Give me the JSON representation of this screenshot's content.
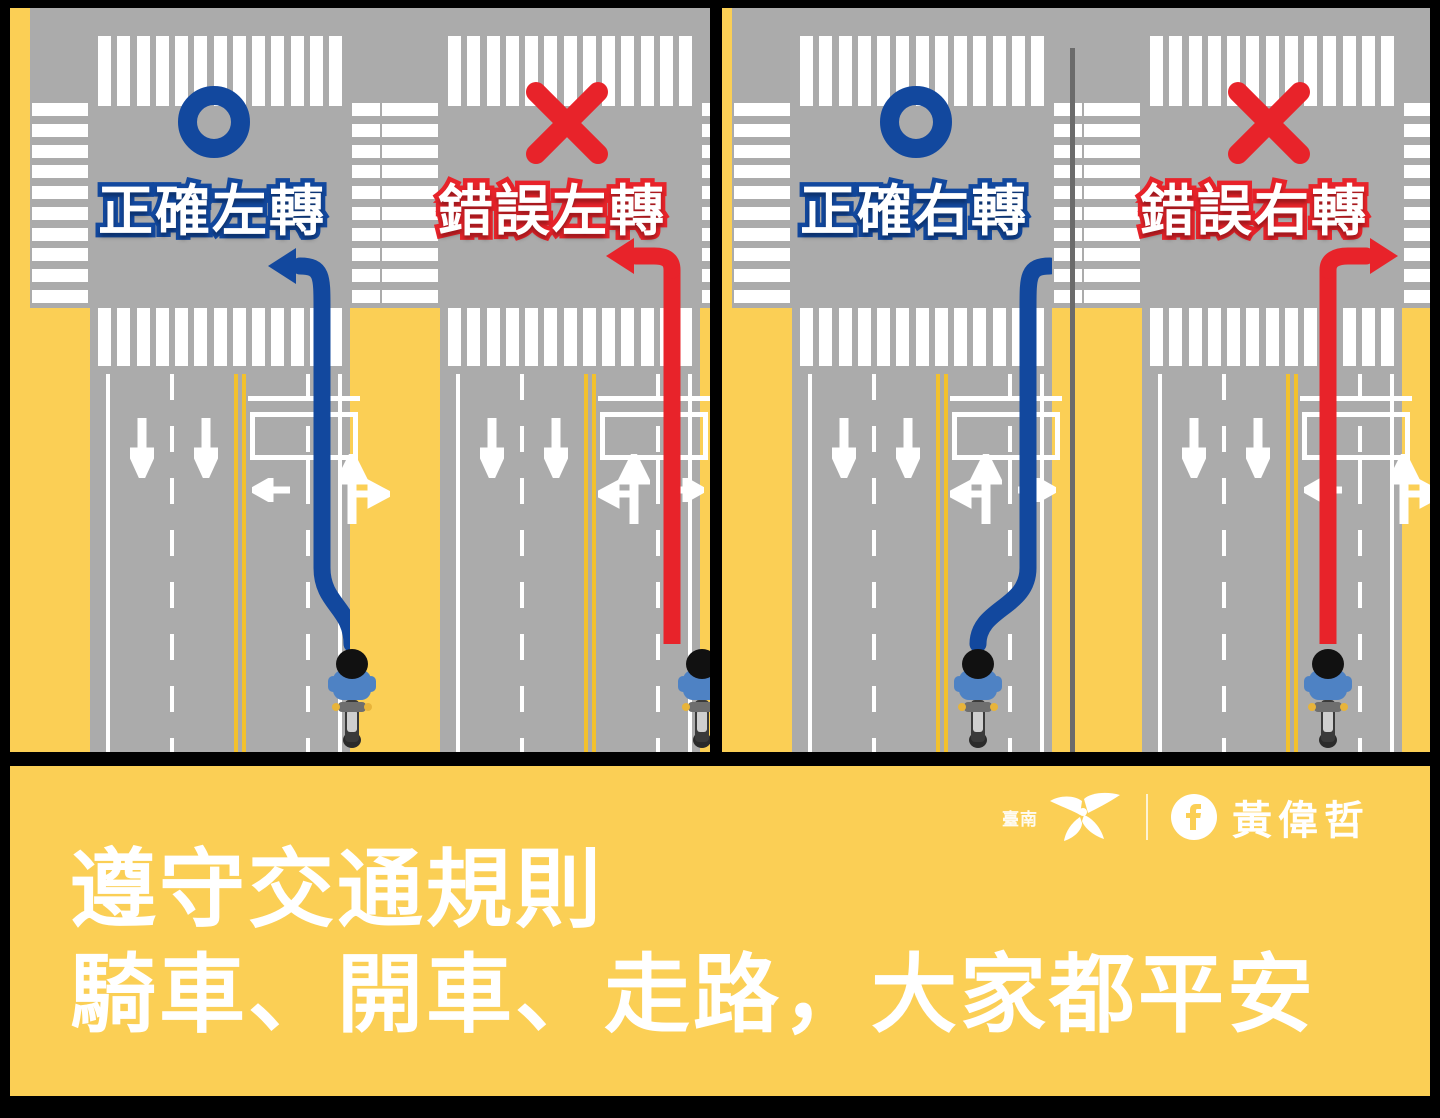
{
  "poster": {
    "background_color": "#000000",
    "panel_background": "#FBCF55",
    "road_color": "#ABABAB",
    "correct_color": "#12489E",
    "wrong_color": "#E8232A"
  },
  "panels": [
    {
      "id": "correct-left-turn",
      "label": "正確左轉",
      "verdict": "circle",
      "verdict_color": "#12489E",
      "path_color": "#12489E",
      "path_kind": "hook-turn-left",
      "rider_lane": "outer-right"
    },
    {
      "id": "wrong-left-turn",
      "label": "錯誤左轉",
      "verdict": "cross",
      "verdict_color": "#E8232A",
      "path_color": "#E8232A",
      "path_kind": "direct-left",
      "rider_lane": "outer-right"
    },
    {
      "id": "correct-right-turn",
      "label": "正確右轉",
      "verdict": "circle",
      "verdict_color": "#12489E",
      "path_color": "#12489E",
      "path_kind": "merge-right-turn",
      "rider_lane": "inner-left"
    },
    {
      "id": "wrong-right-turn",
      "label": "錯誤右轉",
      "verdict": "cross",
      "verdict_color": "#E8232A",
      "path_color": "#E8232A",
      "path_kind": "direct-right",
      "rider_lane": "inner-left"
    }
  ],
  "road_markings": {
    "oncoming_arrows": [
      "down",
      "down"
    ],
    "lane_arrows_inner": "left",
    "lane_arrows_outer": "straight-right",
    "center_line": "double-yellow",
    "lane_divider": "dashed-white",
    "edge_line": "solid-white",
    "waiting_box": "motorcycle-waiting-area"
  },
  "banner": {
    "line1": "遵守交通規則",
    "line2": "騎車、開車、走路，大家都平安",
    "text_color": "#FFFFFF",
    "background": "#FBCF55"
  },
  "brand": {
    "city_logo_name": "tainan-city-logo",
    "city_logo_text": "臺南",
    "facebook_icon": "facebook-icon",
    "facebook_name": "黃偉哲"
  }
}
